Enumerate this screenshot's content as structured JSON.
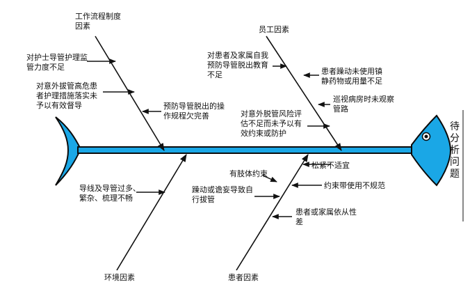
{
  "diagram": {
    "problem": "待\n分\n析\n问\n题",
    "colors": {
      "line": "#111111",
      "fish": "#1aa7e6",
      "fish_stroke": "#0b0b0b",
      "text": "#111111"
    },
    "categories": {
      "process": "工作流程制度\n因素",
      "staff": "员工因素",
      "environment": "环境因素",
      "patient": "患者因素"
    },
    "causes": {
      "process": [
        "对护士导管护理监\n管力度不足",
        "对意外拔管高危患\n者护理措施落实未\n予以有效督导",
        "预防导管脱出的操\n作规程欠完善"
      ],
      "staff": [
        "对患者及家属自我\n预防导管脱出教育\n不足",
        "患者躁动未使用镇\n静药物或用量不足",
        "巡视病房时未观察\n管路",
        "对意外脱管风险评\n估不足而未予以有\n效约束或防护"
      ],
      "environment": [
        "导线及导管过多、\n繁杂、梳理不畅"
      ],
      "patient": [
        "松紧不适宜",
        "有肢体约束",
        "约束带使用不规范",
        "躁动或谵妄导致自\n行拔管",
        "患者或家属依从性\n差"
      ]
    }
  }
}
